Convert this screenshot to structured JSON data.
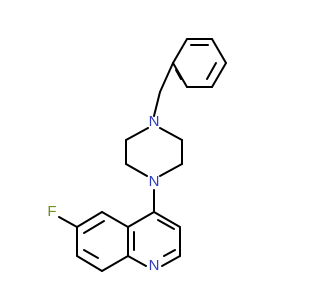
{
  "molecule": {
    "atoms": {
      "n_piperazine_top": "N",
      "n_piperazine_bottom": "N",
      "n_quinoline": "N",
      "f_substituent": "F"
    },
    "colors": {
      "bond": "#000000",
      "nitrogen": "#2f3dbd",
      "fluorine": "#6f8f1e",
      "background": "#ffffff"
    }
  }
}
